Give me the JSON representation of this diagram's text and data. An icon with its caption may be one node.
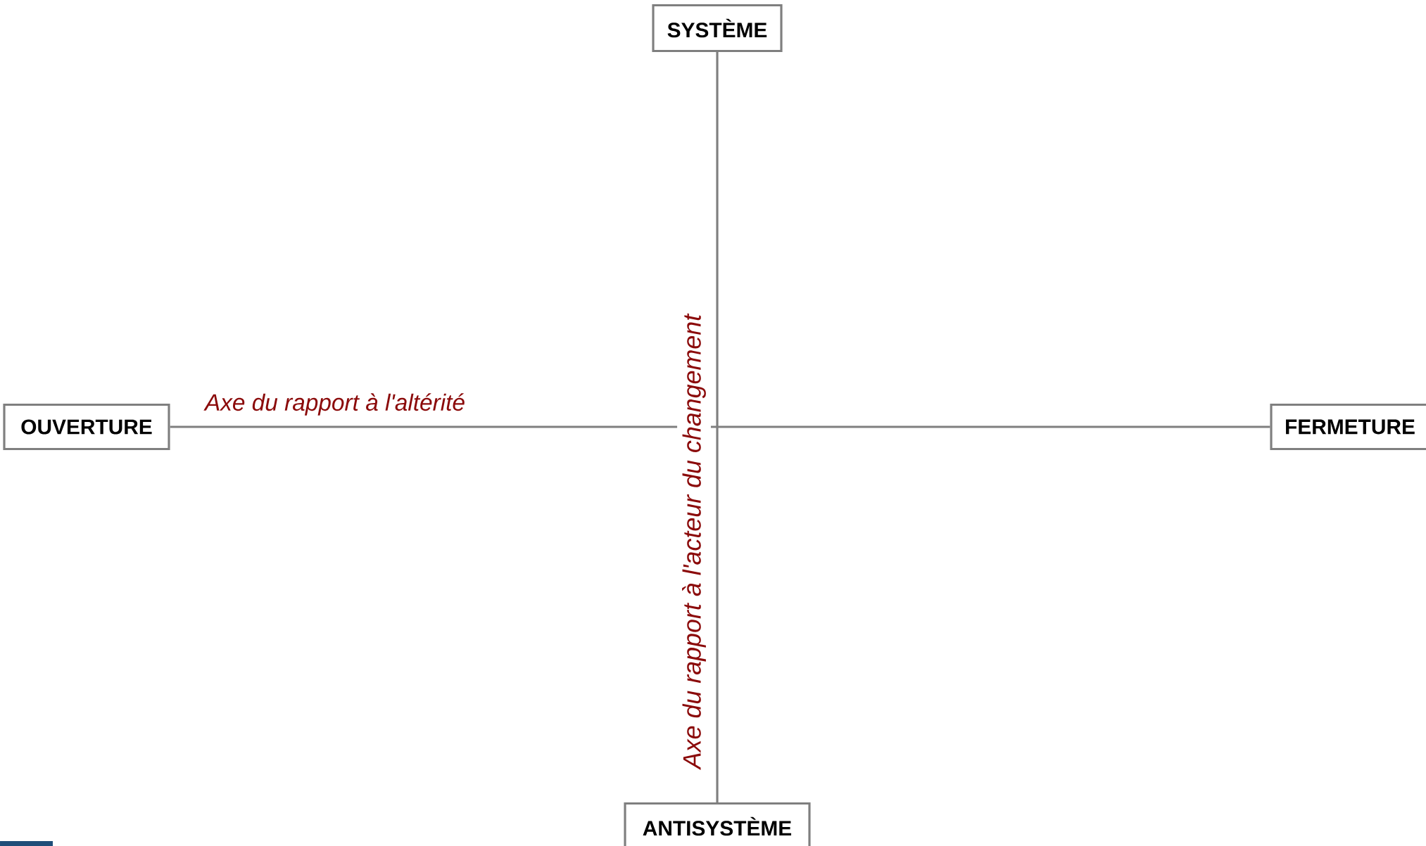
{
  "diagram": {
    "nodes": [
      {
        "text": [
          "SYSTÈME"
        ]
      },
      {
        "text": [
          "OUVERTURE"
        ]
      },
      {
        "text": [
          "FERMETURE"
        ]
      },
      {
        "text": [
          "ANTISYSTÈME"
        ]
      }
    ],
    "edges": [
      {
        "from": 0,
        "to": 3,
        "arrow": "none",
        "label": "Axe du rapport à l'acteur du changement"
      },
      {
        "from": 1,
        "to": 2,
        "arrow": "none",
        "label": "Axe du rapport à l'altérité"
      }
    ]
  }
}
